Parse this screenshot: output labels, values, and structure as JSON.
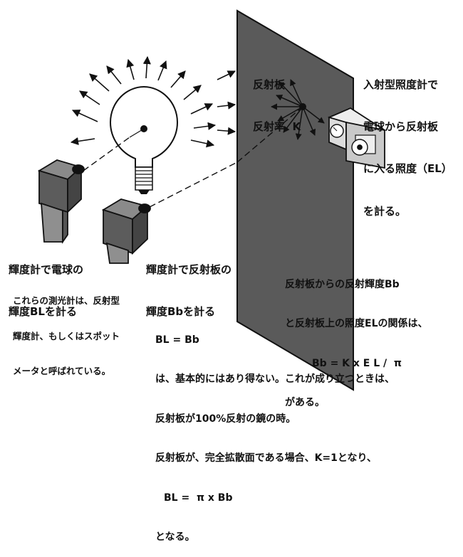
{
  "panel": {
    "title": "反射板",
    "reflectance": "反射率  K"
  },
  "meter_incident": {
    "lines": [
      "入射型照度計で",
      "電球から反射板",
      "に入る照度（EL）",
      "を計る。"
    ]
  },
  "meter_bulb": {
    "lines": [
      "輝度計で電球の",
      "輝度BLを計る"
    ]
  },
  "meter_panel": {
    "lines": [
      "輝度計で反射板の",
      "輝度Bbを計る"
    ]
  },
  "meters_note": {
    "lines": [
      "これらの測光計は、反射型",
      "輝度計、もしくはスポット",
      "メータと呼ばれている。"
    ]
  },
  "relation": {
    "lines": [
      "反射板からの反射輝度Bb",
      "と反射板上の照度ELの関係は、",
      "Bb = K x E L /  π",
      "がある。"
    ]
  },
  "equality": {
    "eq1": "BL = Bb",
    "lines": [
      "は、基本的にはあり得ない。これが成り立つときは、",
      "反射板が100%反射の鏡の時。",
      "反射板が、完全拡散面である場合、K=1となり、"
    ],
    "eq2": "BL =  π x Bb",
    "end": "となる。"
  }
}
